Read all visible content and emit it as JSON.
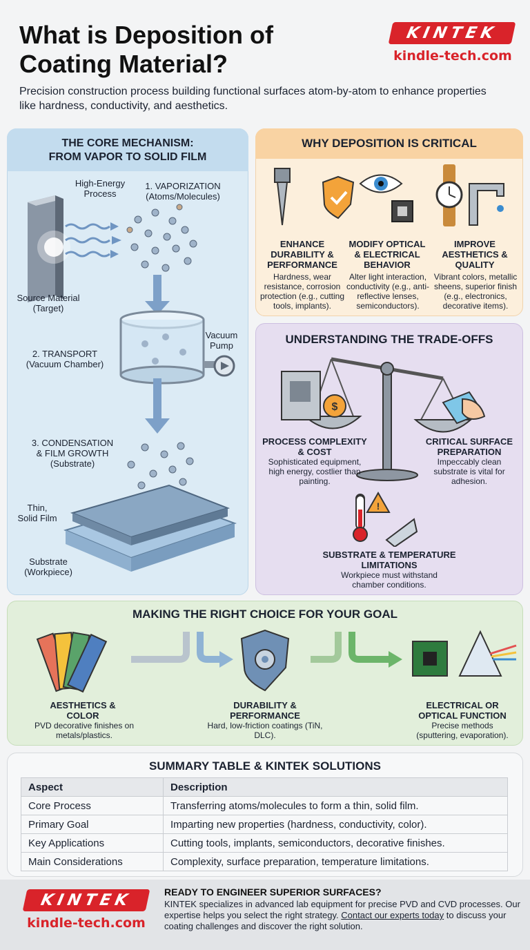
{
  "header": {
    "title": "What is Deposition of Coating Material?",
    "subtitle": "Precision construction process building functional surfaces atom-by-atom to enhance properties like hardness, conductivity, and aesthetics.",
    "brand": "KINTEK",
    "url": "kindle-tech.com"
  },
  "mechanism": {
    "title_line1": "THE CORE MECHANISM:",
    "title_line2": "FROM VAPOR TO SOLID FILM",
    "high_energy_1": "High-Energy",
    "high_energy_2": "Process",
    "vaporization_1": "1. VAPORIZATION",
    "vaporization_2": "(Atoms/Molecules)",
    "source_1": "Source Material",
    "source_2": "(Target)",
    "transport_1": "2. TRANSPORT",
    "transport_2": "(Vacuum Chamber)",
    "pump_1": "Vacuum",
    "pump_2": "Pump",
    "condensation_1": "3. CONDENSATION",
    "condensation_2": "& FILM GROWTH",
    "condensation_3": "(Substrate)",
    "film_1": "Thin,",
    "film_2": "Solid Film",
    "substrate_1": "Substrate",
    "substrate_2": "(Workpiece)"
  },
  "why": {
    "title": "WHY DEPOSITION IS CRITICAL",
    "items": [
      {
        "label": "ENHANCE DURABILITY & PERFORMANCE",
        "desc": "Hardness, wear resistance, corrosion protection (e.g., cutting tools, implants)."
      },
      {
        "label": "MODIFY OPTICAL & ELECTRICAL BEHAVIOR",
        "desc": "Alter light interaction, conductivity (e.g., anti-reflective lenses, semiconductors)."
      },
      {
        "label": "IMPROVE AESTHETICS & QUALITY",
        "desc": "Vibrant colors, metallic sheens, superior finish (e.g., electronics, decorative items)."
      }
    ]
  },
  "tradeoffs": {
    "title": "UNDERSTANDING THE TRADE-OFFS",
    "left_label": "PROCESS COMPLEXITY & COST",
    "left_desc": "Sophisticated equipment, high energy, costlier than painting.",
    "right_label": "CRITICAL SURFACE PREPARATION",
    "right_desc": "Impeccably clean substrate is vital for adhesion.",
    "bottom_label": "SUBSTRATE & TEMPERATURE LIMITATIONS",
    "bottom_desc": "Workpiece must withstand chamber conditions."
  },
  "choice": {
    "title": "MAKING THE RIGHT CHOICE FOR YOUR GOAL",
    "items": [
      {
        "label": "AESTHETICS & COLOR",
        "desc": "PVD decorative finishes on metals/plastics."
      },
      {
        "label": "DURABILITY & PERFORMANCE",
        "desc": "Hard, low-friction coatings (TiN, DLC)."
      },
      {
        "label": "ELECTRICAL OR OPTICAL FUNCTION",
        "desc": "Precise methods (sputtering, evaporation)."
      }
    ]
  },
  "summary": {
    "title": "SUMMARY TABLE & KINTEK SOLUTIONS",
    "headers": [
      "Aspect",
      "Description"
    ],
    "rows": [
      [
        "Core Process",
        "Transferring atoms/molecules to form a thin, solid film."
      ],
      [
        "Primary Goal",
        "Imparting new properties (hardness, conductivity, color)."
      ],
      [
        "Key Applications",
        "Cutting tools, implants, semiconductors, decorative finishes."
      ],
      [
        "Main Considerations",
        "Complexity, surface preparation, temperature limitations."
      ]
    ]
  },
  "footer": {
    "heading": "READY TO ENGINEER SUPERIOR SURFACES?",
    "body_1": "KINTEK specializes in advanced lab equipment for precise PVD and CVD processes. Our expertise helps you select the right strategy. ",
    "link": "Contact our experts today",
    "body_2": " to discuss your coating challenges and discover the right solution."
  }
}
